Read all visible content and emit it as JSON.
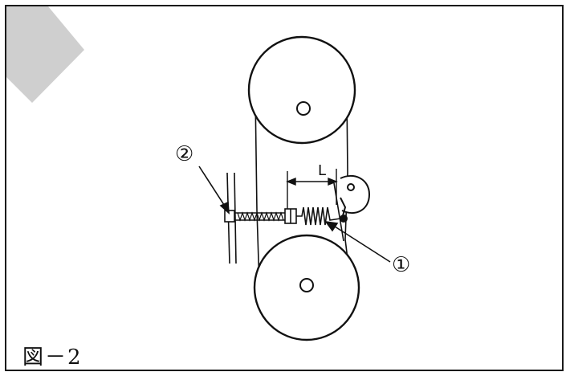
{
  "figure": {
    "caption": "図－2",
    "callout_1": "①",
    "callout_2": "②",
    "dimension_label": "L"
  },
  "colors": {
    "line": "#111111",
    "decoration": "#cfcfcf",
    "background": "#ffffff"
  },
  "icons": {
    "upper_pulley": "pulley-icon",
    "lower_pulley": "pulley-icon",
    "spring": "spring-icon",
    "adjust_bolt": "bolt-icon"
  }
}
